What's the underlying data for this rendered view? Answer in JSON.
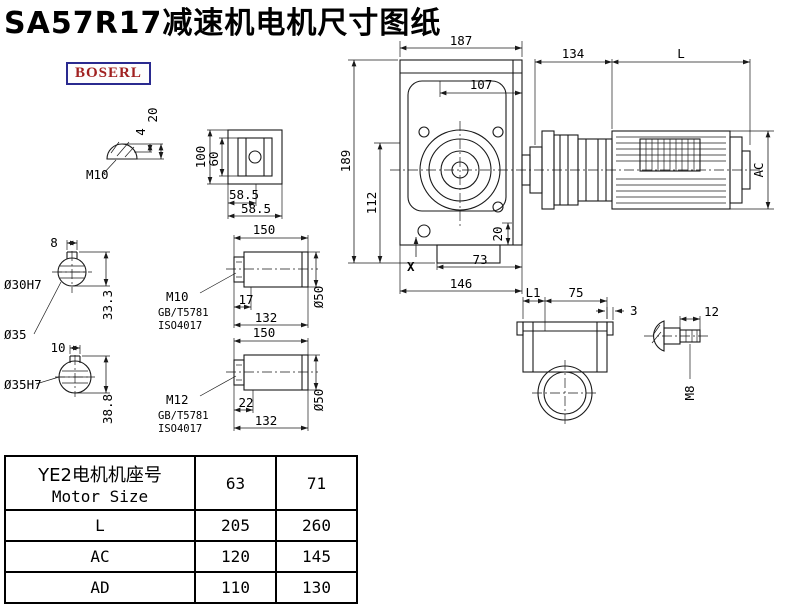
{
  "title": "SA57R17减速机电机尺寸图纸",
  "logo": "BOSERL",
  "gearbox": {
    "width_top": "187",
    "width_inner": "107",
    "height": "189",
    "height_inner": "112",
    "shaft_step": "20",
    "bottom_inner": "73",
    "bottom_width": "146",
    "x_marker": "X"
  },
  "motor": {
    "adapter_len": "134",
    "length": "L",
    "diameter": "AC"
  },
  "plug": {
    "thread": "M10",
    "h": "4",
    "w": "20"
  },
  "breather": {
    "h1": "100",
    "h2": "60",
    "w1": "58.5",
    "w2": "58.5"
  },
  "section30": {
    "key_w": "8",
    "bore": "Ø30H7",
    "key_h": "33.3",
    "od": "Ø35"
  },
  "section35": {
    "key_w": "10",
    "bore": "Ø35H7",
    "key_h": "38.8"
  },
  "shaft_m10": {
    "len": "150",
    "thread": "M10",
    "std1": "GB/T5781",
    "std2": "ISO4017",
    "t": "17",
    "l2": "132",
    "dia": "Ø50"
  },
  "shaft_m12": {
    "len": "150",
    "thread": "M12",
    "std1": "GB/T5781",
    "std2": "ISO4017",
    "t": "22",
    "l2": "132",
    "dia": "Ø50"
  },
  "flange": {
    "l1": "L1",
    "w": "75",
    "t": "3"
  },
  "bolt": {
    "len": "12",
    "thread": "M8"
  },
  "table": {
    "header_cn": "YE2电机机座号",
    "header_en": "Motor Size",
    "size1": "63",
    "size2": "71",
    "rows": [
      {
        "label": "L",
        "v1": "205",
        "v2": "260"
      },
      {
        "label": "AC",
        "v1": "120",
        "v2": "145"
      },
      {
        "label": "AD",
        "v1": "110",
        "v2": "130"
      }
    ]
  }
}
